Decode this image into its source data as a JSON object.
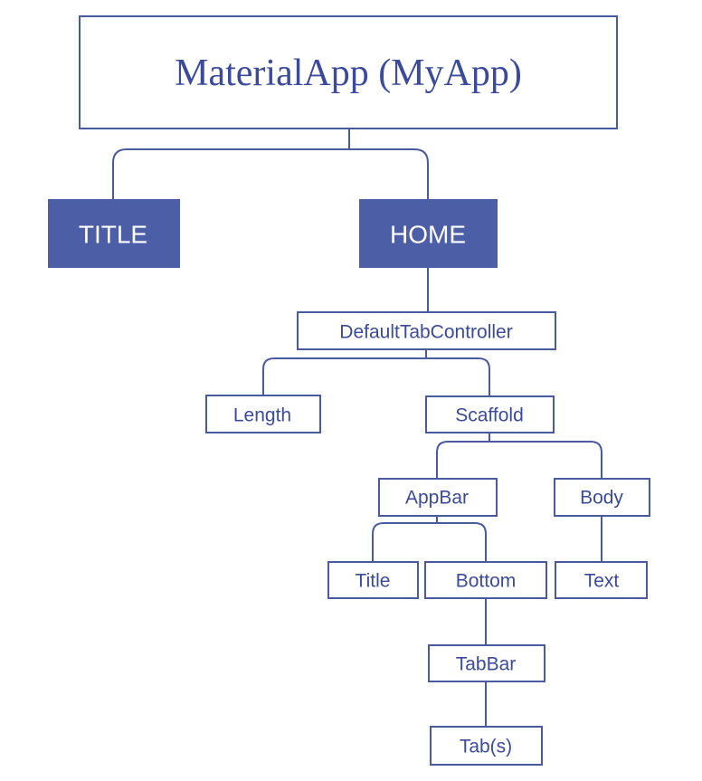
{
  "colors": {
    "line": "#4a5a9e",
    "text": "#3b4a9a",
    "fill": "#4c5ea6",
    "inverse_text": "#ffffff"
  },
  "nodes": {
    "root": "MaterialApp (MyApp)",
    "title": "TITLE",
    "home": "HOME",
    "default_tab_controller": "DefaultTabController",
    "length": "Length",
    "scaffold": "Scaffold",
    "appbar": "AppBar",
    "body": "Body",
    "appbar_title": "Title",
    "bottom": "Bottom",
    "text": "Text",
    "tabbar": "TabBar",
    "tabs": "Tab(s)"
  }
}
